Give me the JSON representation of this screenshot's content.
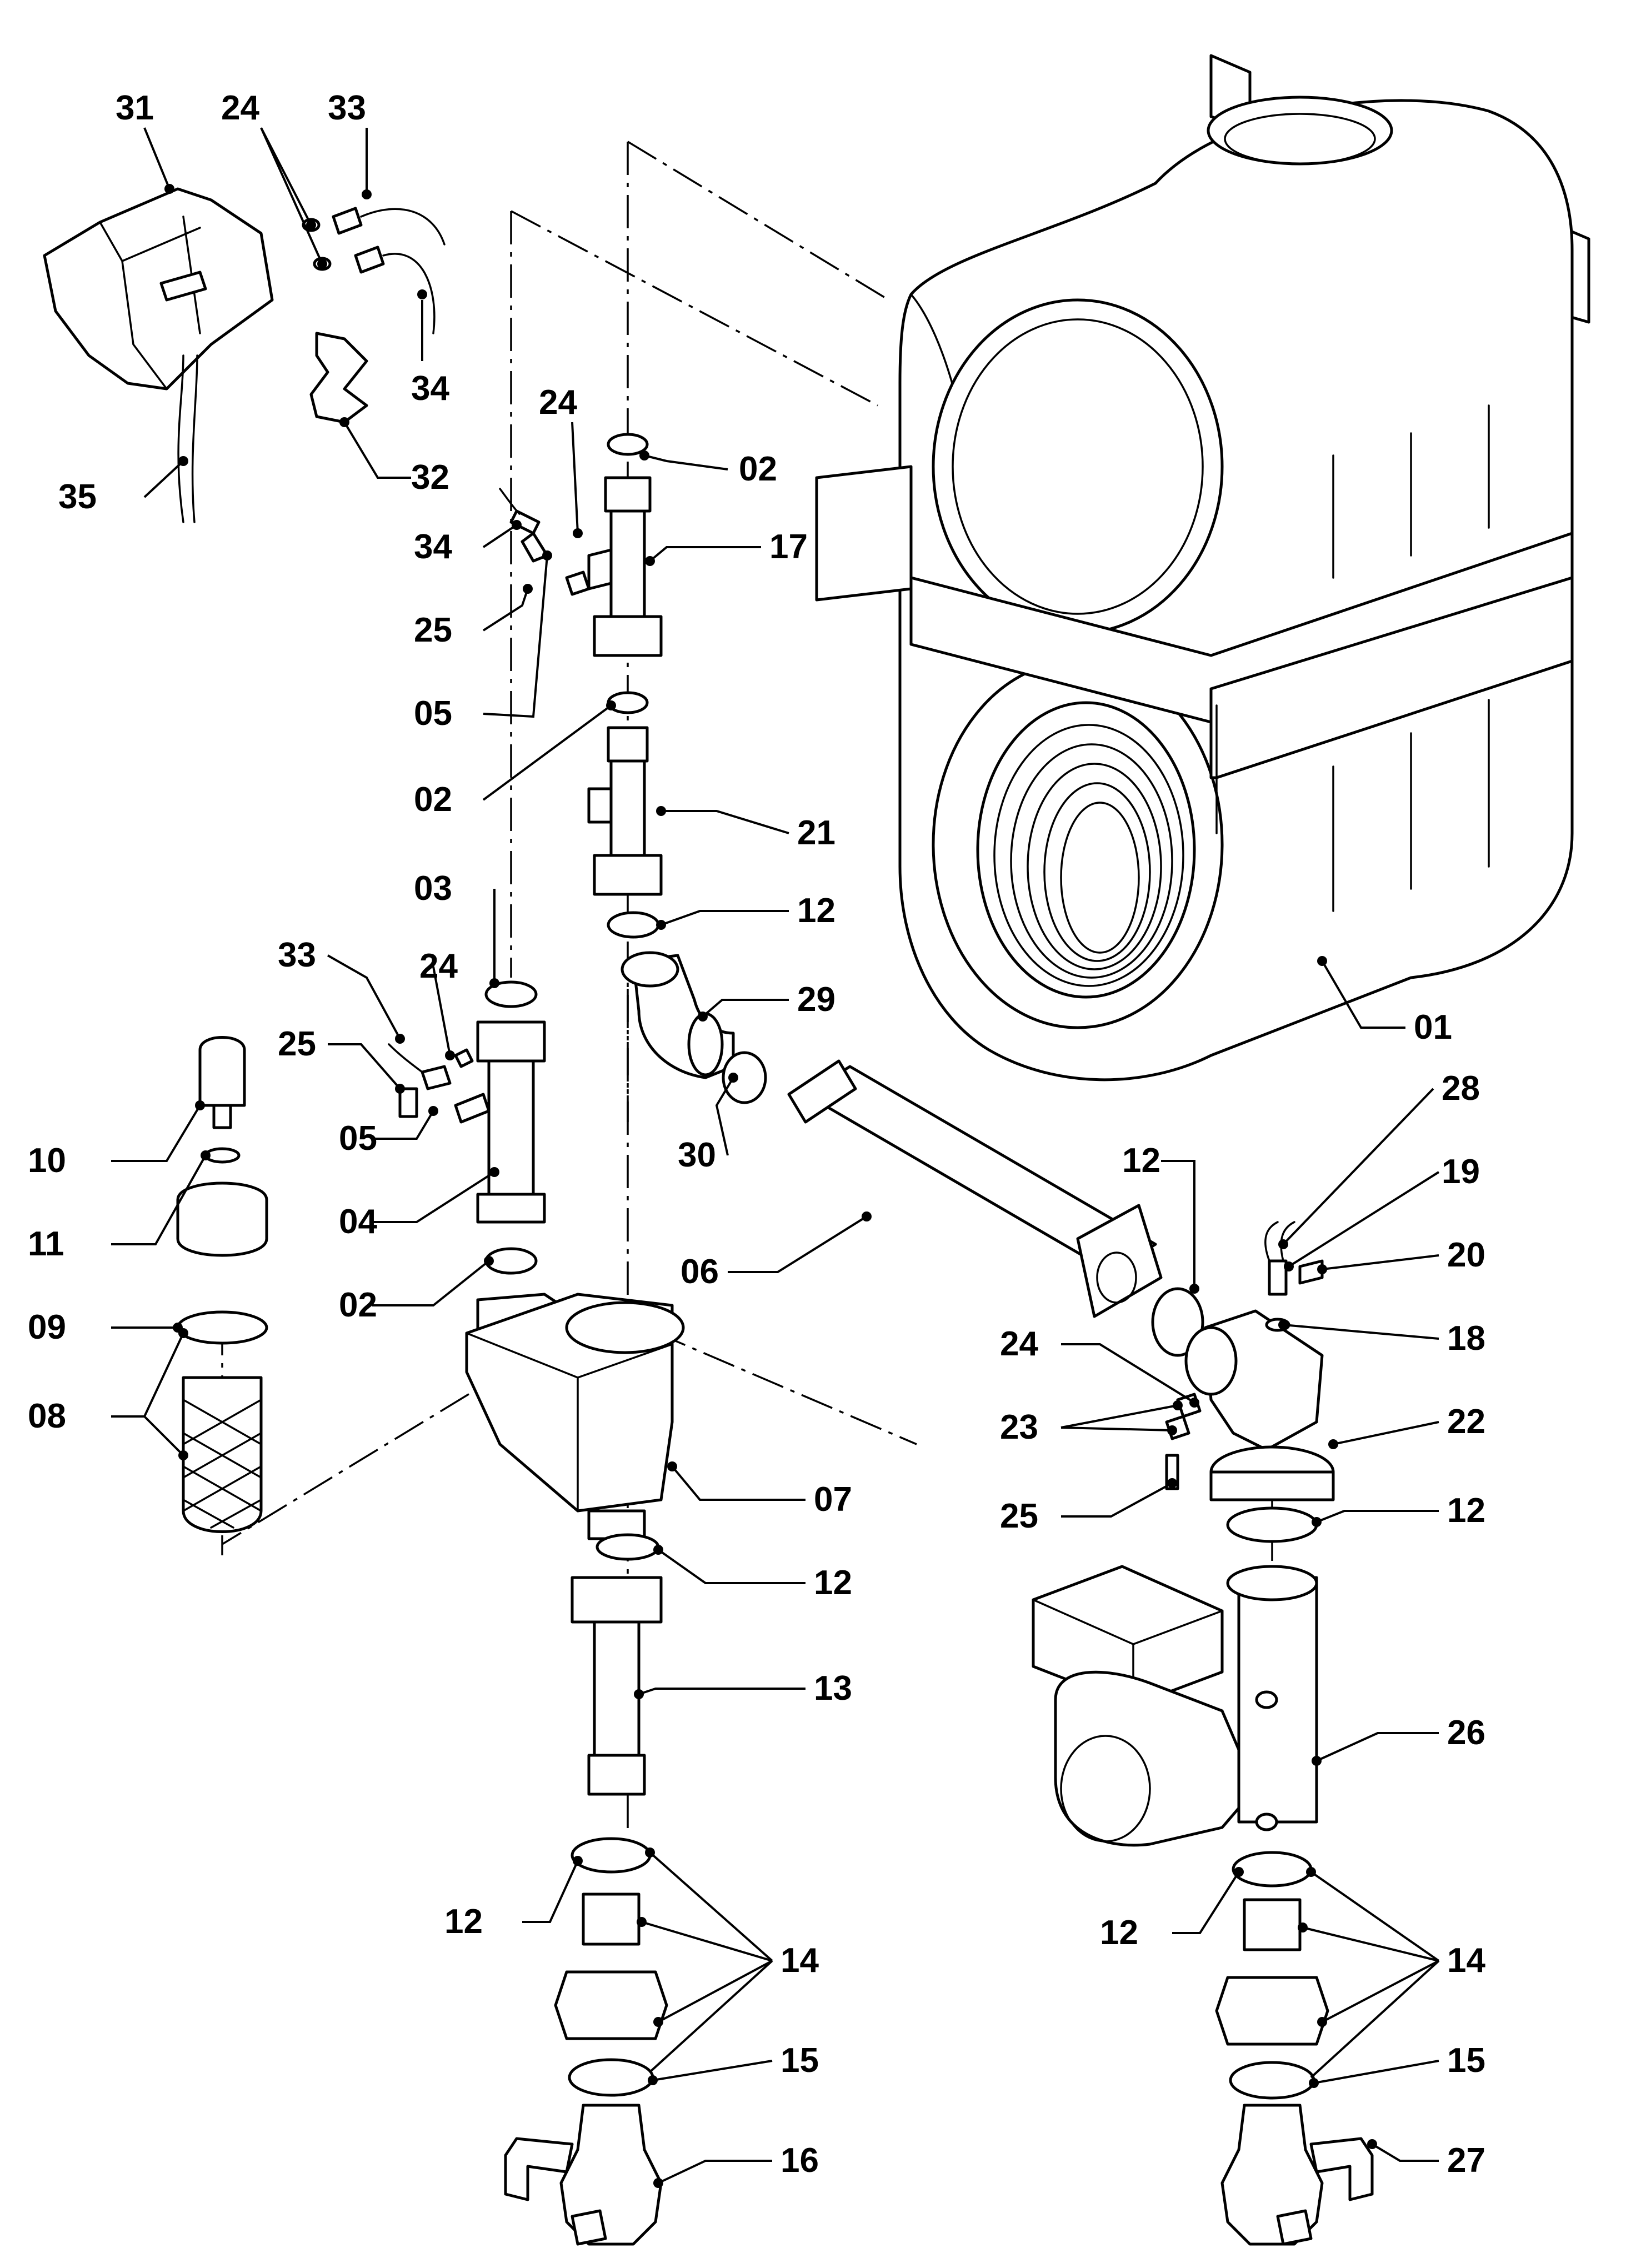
{
  "labels": [
    {
      "id": "l31",
      "text": "31"
    },
    {
      "id": "l24a",
      "text": "24"
    },
    {
      "id": "l33a",
      "text": "33"
    },
    {
      "id": "l34a",
      "text": "34"
    },
    {
      "id": "l35",
      "text": "35"
    },
    {
      "id": "l32",
      "text": "32"
    },
    {
      "id": "l24b",
      "text": "24"
    },
    {
      "id": "l02a",
      "text": "02"
    },
    {
      "id": "l34b",
      "text": "34"
    },
    {
      "id": "l17",
      "text": "17"
    },
    {
      "id": "l25a",
      "text": "25"
    },
    {
      "id": "l05a",
      "text": "05"
    },
    {
      "id": "l02b",
      "text": "02"
    },
    {
      "id": "l21",
      "text": "21"
    },
    {
      "id": "l03",
      "text": "03"
    },
    {
      "id": "l12a",
      "text": "12"
    },
    {
      "id": "l33b",
      "text": "33"
    },
    {
      "id": "l24c",
      "text": "24"
    },
    {
      "id": "l29",
      "text": "29"
    },
    {
      "id": "l25b",
      "text": "25"
    },
    {
      "id": "l01",
      "text": "01"
    },
    {
      "id": "l10",
      "text": "10"
    },
    {
      "id": "l05b",
      "text": "05"
    },
    {
      "id": "l28",
      "text": "28"
    },
    {
      "id": "l30",
      "text": "30"
    },
    {
      "id": "l12b",
      "text": "12"
    },
    {
      "id": "l19",
      "text": "19"
    },
    {
      "id": "l11",
      "text": "11"
    },
    {
      "id": "l04",
      "text": "04"
    },
    {
      "id": "l20",
      "text": "20"
    },
    {
      "id": "l06",
      "text": "06"
    },
    {
      "id": "l09",
      "text": "09"
    },
    {
      "id": "l02c",
      "text": "02"
    },
    {
      "id": "l18",
      "text": "18"
    },
    {
      "id": "l24d",
      "text": "24"
    },
    {
      "id": "l08",
      "text": "08"
    },
    {
      "id": "l23",
      "text": "23"
    },
    {
      "id": "l22",
      "text": "22"
    },
    {
      "id": "l07",
      "text": "07"
    },
    {
      "id": "l25c",
      "text": "25"
    },
    {
      "id": "l12c",
      "text": "12"
    },
    {
      "id": "l12d",
      "text": "12"
    },
    {
      "id": "l13",
      "text": "13"
    },
    {
      "id": "l26",
      "text": "26"
    },
    {
      "id": "l12e",
      "text": "12"
    },
    {
      "id": "l12f",
      "text": "12"
    },
    {
      "id": "l14a",
      "text": "14"
    },
    {
      "id": "l14b",
      "text": "14"
    },
    {
      "id": "l15a",
      "text": "15"
    },
    {
      "id": "l15b",
      "text": "15"
    },
    {
      "id": "l16",
      "text": "16"
    },
    {
      "id": "l27",
      "text": "27"
    }
  ]
}
